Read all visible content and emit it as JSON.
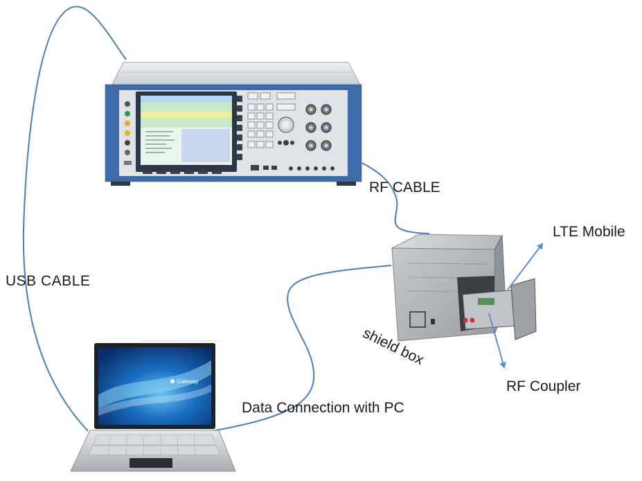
{
  "labels": {
    "usb_cable": "USB  CABLE",
    "rf_cable": "RF CABLE",
    "lte_mobile": "LTE Mobile",
    "rf_coupler": "RF Coupler",
    "data_connection": "Data Connection with PC",
    "shield_box": "shield box"
  },
  "laptop_brand": "Gateway",
  "colors": {
    "cable": "#4a7fb5",
    "arrow": "#5b8fd0",
    "instrument_body": "#d9dde3",
    "instrument_frame": "#3d6aa8",
    "screen": "#b5dfcf",
    "shield_box": "#b9bcbf",
    "laptop_screen": "#1a6fc2"
  }
}
